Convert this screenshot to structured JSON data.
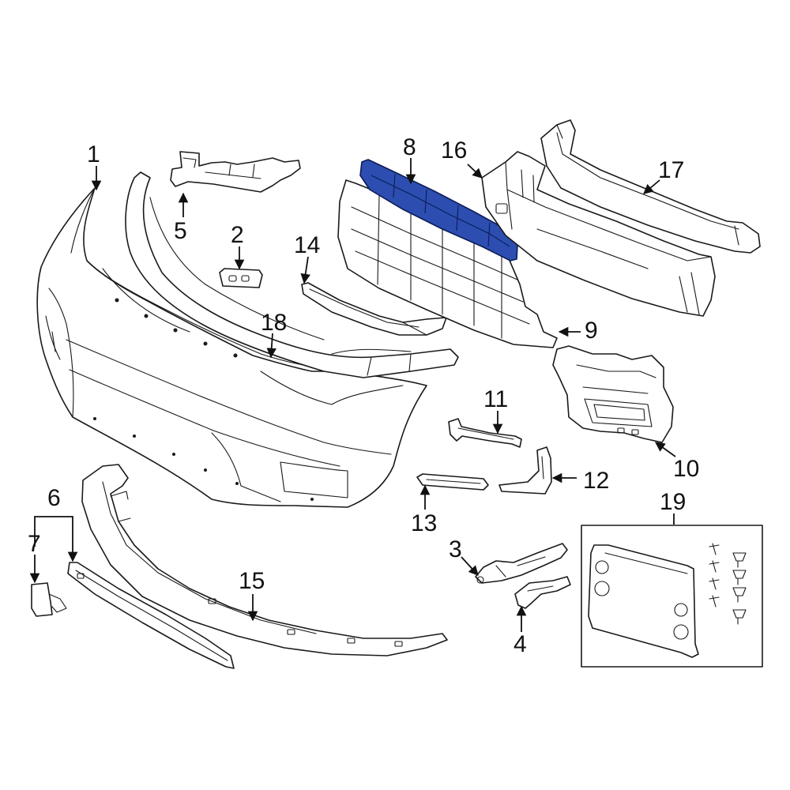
{
  "highlight_color": "#2d4eb0",
  "callouts": {
    "c1": "1",
    "c2": "2",
    "c3": "3",
    "c4": "4",
    "c5": "5",
    "c6": "6",
    "c7": "7",
    "c8": "8",
    "c9": "9",
    "c10": "10",
    "c11": "11",
    "c12": "12",
    "c13": "13",
    "c14": "14",
    "c15": "15",
    "c16": "16",
    "c17": "17",
    "c18": "18",
    "c19": "19"
  }
}
